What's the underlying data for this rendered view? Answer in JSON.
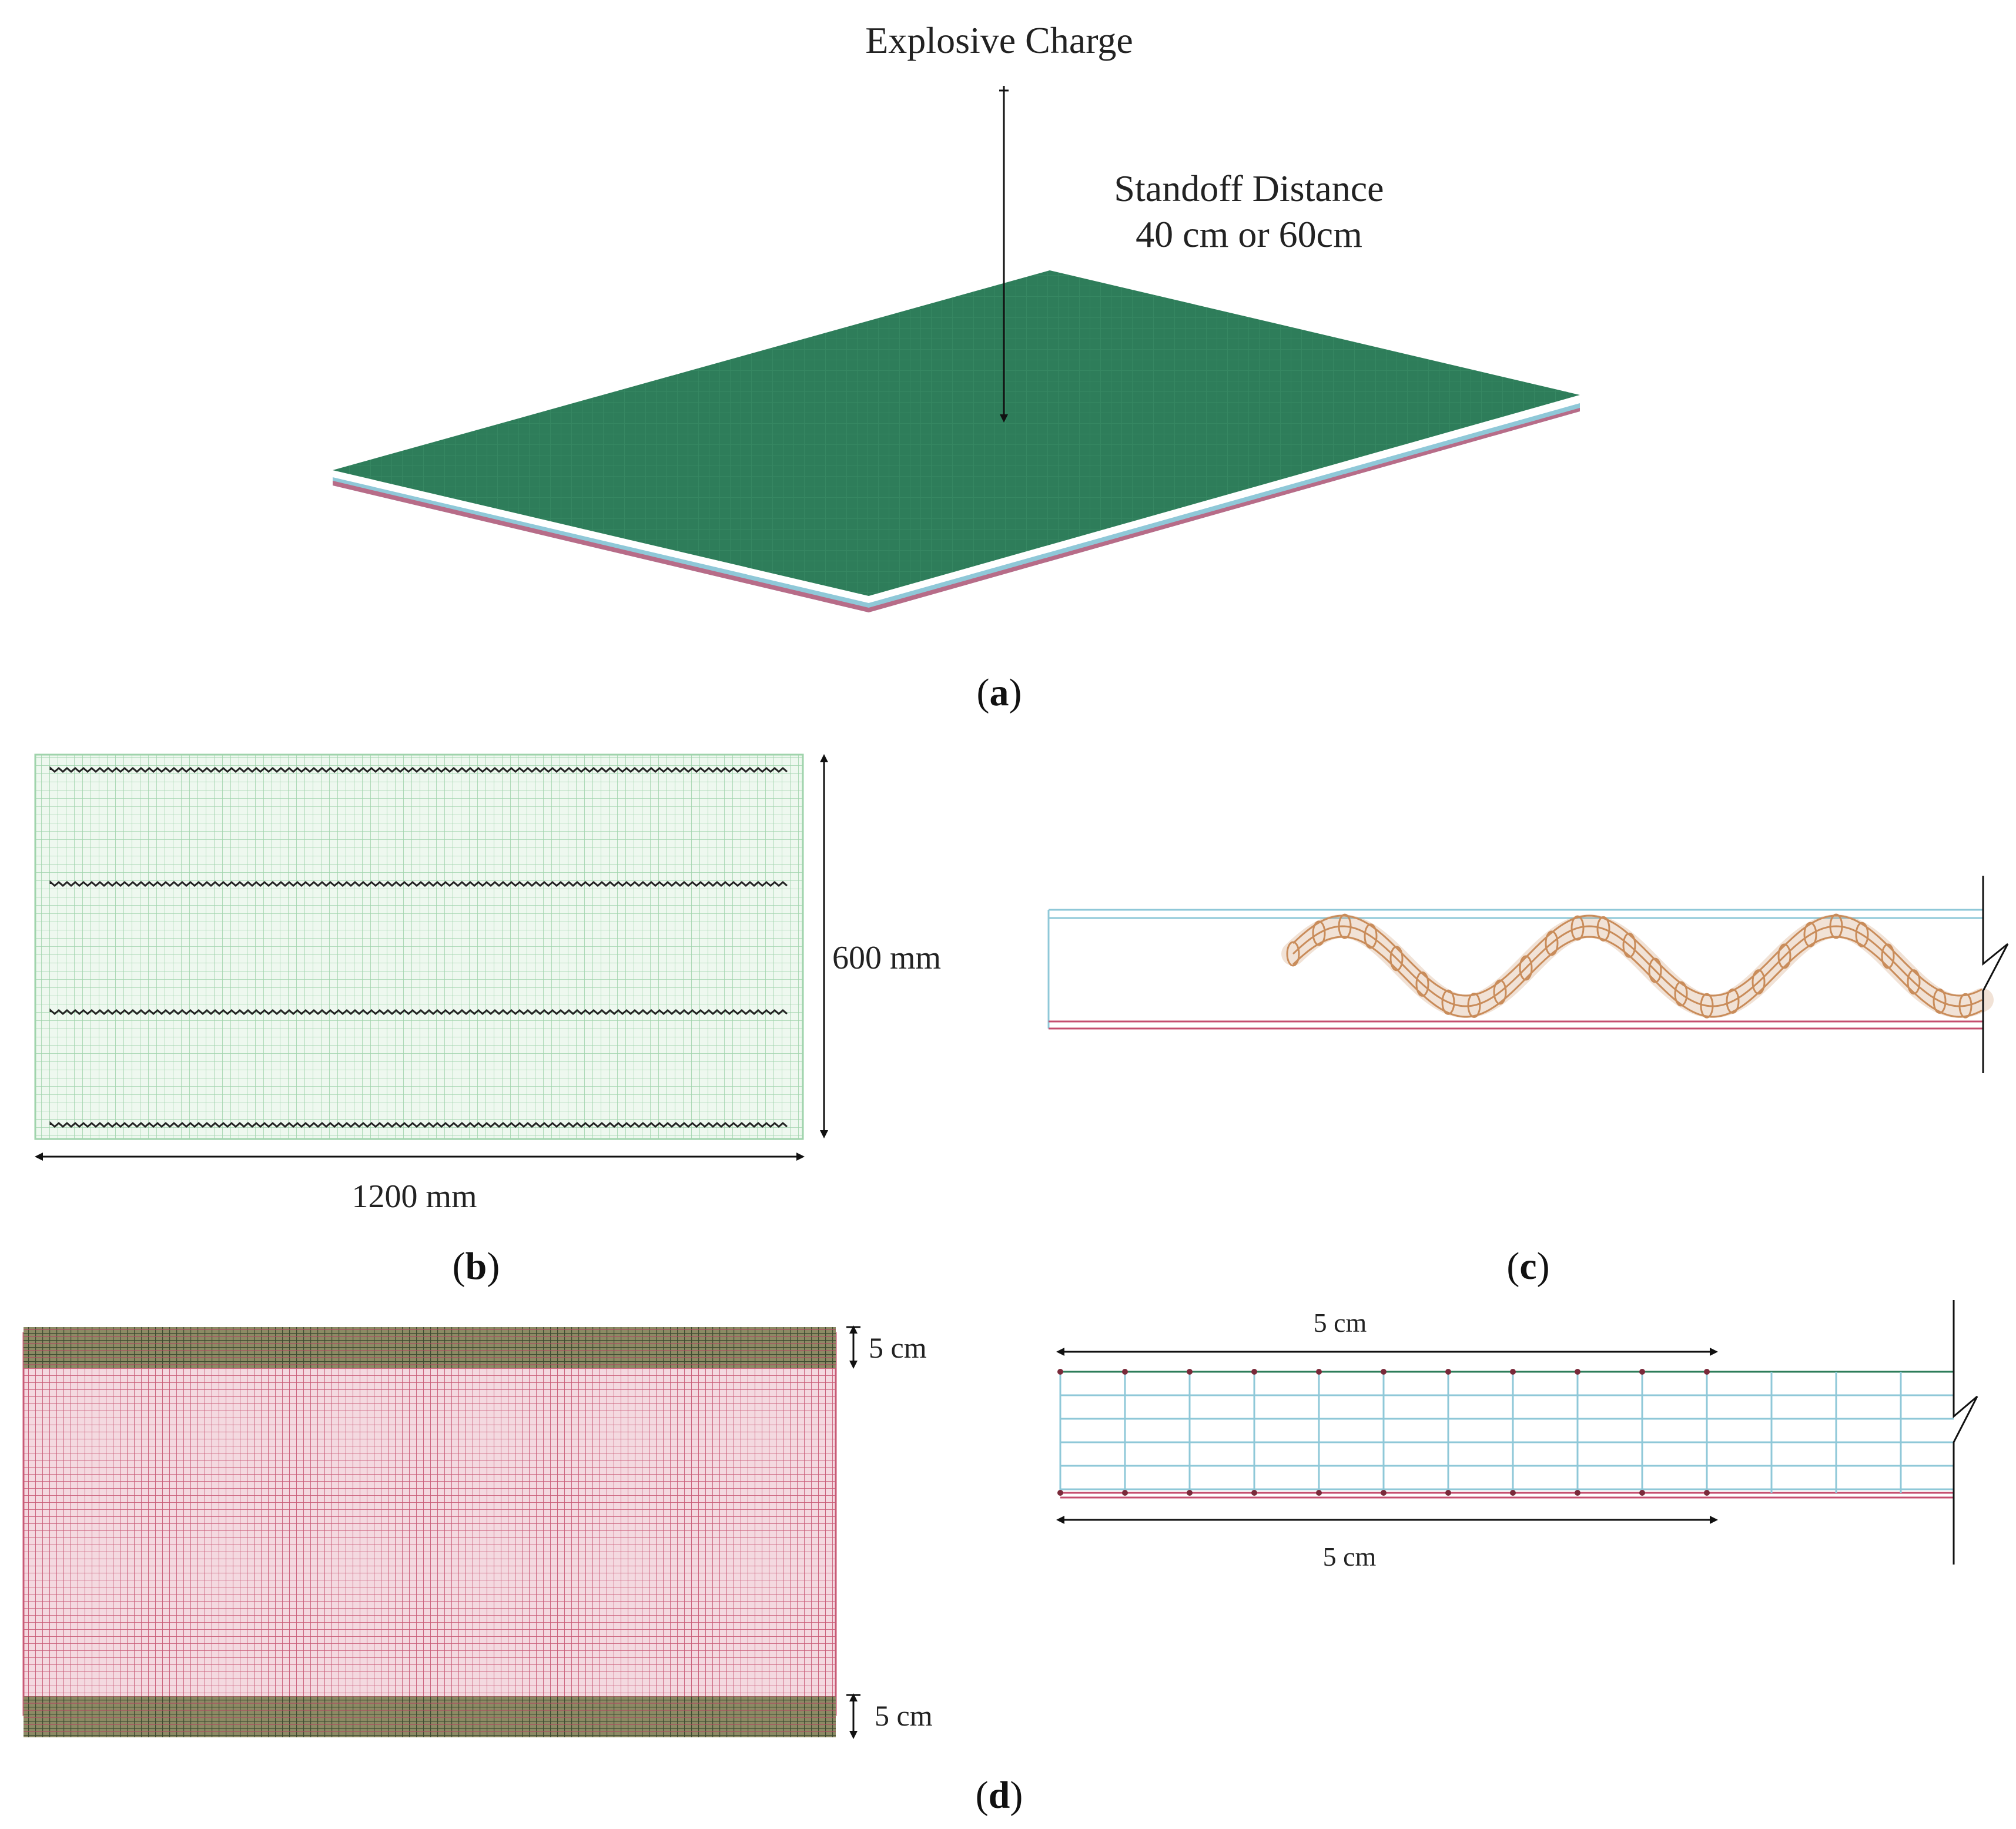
{
  "panel_a": {
    "label_charge": "Explosive Charge",
    "label_standoff_1": "Standoff Distance",
    "label_standoff_2": "40 cm or 60cm",
    "caption_letter": "a",
    "colors": {
      "plate_top": "#2e7d5a",
      "plate_edge_1": "#8fc8d8",
      "plate_edge_2": "#c44d6e"
    }
  },
  "panel_b": {
    "dim_height": "600 mm",
    "dim_width": "1200 mm",
    "caption_letter": "b",
    "colors": {
      "mesh": "#cfe9d4",
      "rebar": "#222222"
    }
  },
  "panel_c": {
    "caption_letter": "c",
    "colors": {
      "top_layer": "#8fc8d8",
      "bottom_layer": "#c44d6e",
      "rebar": "#c98c5a"
    }
  },
  "panel_d": {
    "dim_top_band": "5 cm",
    "dim_bottom_band": "5 cm",
    "dim_upper_span": "5 cm",
    "dim_lower_span": "5 cm",
    "caption_letter": "d",
    "colors": {
      "core": "#d9788f",
      "band": "#6e6b4a",
      "grid_line": "#8fc8d8"
    }
  }
}
